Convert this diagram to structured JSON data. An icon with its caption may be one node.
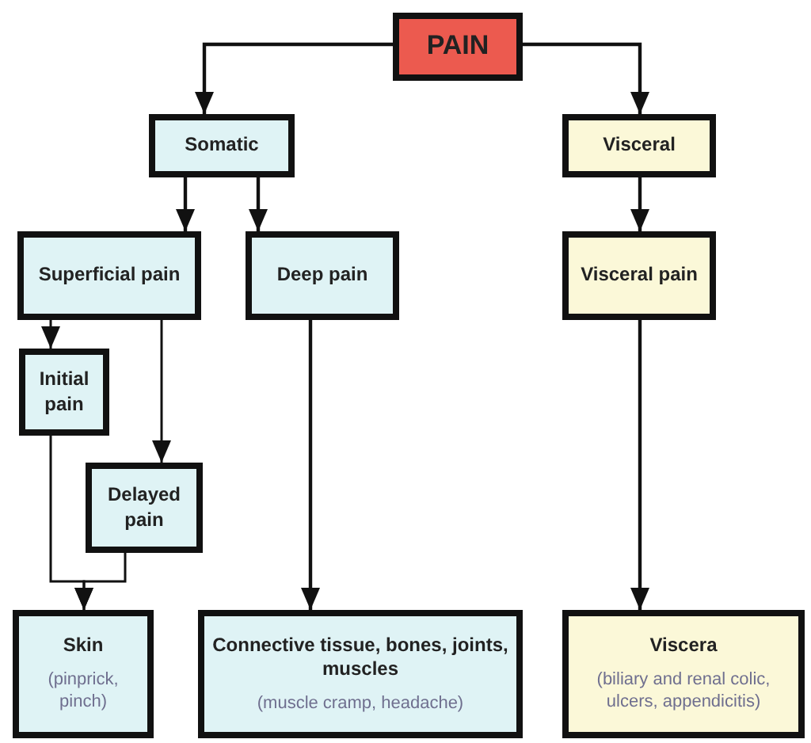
{
  "diagram": {
    "nodes": [
      {
        "text": [
          "PAIN"
        ]
      },
      {
        "text": [
          "Somatic"
        ]
      },
      {
        "text": [
          "Visceral"
        ]
      },
      {
        "text": [
          "Superficial pain"
        ]
      },
      {
        "text": [
          "Deep pain"
        ]
      },
      {
        "text": [
          "Visceral pain"
        ]
      },
      {
        "text": [
          "Initial pain"
        ]
      },
      {
        "text": [
          "Delayed pain"
        ]
      },
      {
        "text": [
          "Skin",
          "(pinprick, pinch)"
        ]
      },
      {
        "text": [
          "Connective tissue, bones, joints, muscles",
          "(muscle cramp, headache)"
        ]
      },
      {
        "text": [
          "Viscera",
          "(biliary and renal colic, ulcers, appendicitis)"
        ]
      }
    ],
    "edges": [
      {
        "from": 0,
        "to": 1,
        "arrow": "to"
      },
      {
        "from": 0,
        "to": 2,
        "arrow": "to"
      },
      {
        "from": 1,
        "to": 3,
        "arrow": "to"
      },
      {
        "from": 1,
        "to": 4,
        "arrow": "to"
      },
      {
        "from": 2,
        "to": 5,
        "arrow": "to"
      },
      {
        "from": 3,
        "to": 6,
        "arrow": "to"
      },
      {
        "from": 3,
        "to": 7,
        "arrow": "to"
      },
      {
        "from": 6,
        "to": 8,
        "arrow": "to"
      },
      {
        "from": 7,
        "to": 8,
        "arrow": "to"
      },
      {
        "from": 4,
        "to": 9,
        "arrow": "to"
      },
      {
        "from": 5,
        "to": 10,
        "arrow": "to"
      }
    ]
  }
}
